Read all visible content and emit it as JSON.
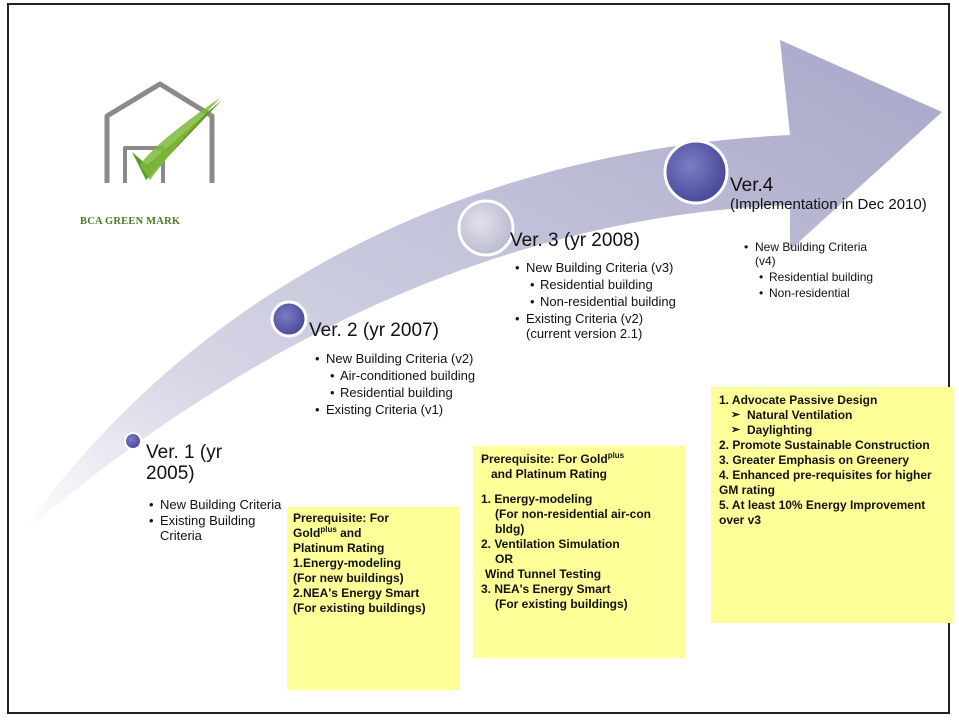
{
  "logo": {
    "text": "BCA GREEN MARK"
  },
  "versions": [
    {
      "title": "Ver. 1 (yr 2005)",
      "title_line1": "Ver. 1 (yr",
      "title_line2": "2005)",
      "items": [
        "New Building Criteria",
        "Existing Building Criteria"
      ]
    },
    {
      "title": "Ver. 2 (yr 2007)",
      "items": [
        "New Building Criteria (v2)",
        "Existing Criteria (v1)"
      ],
      "sub_items": [
        "Air-conditioned building",
        "Residential building"
      ]
    },
    {
      "title": "Ver. 3 (yr 2008)",
      "items": [
        "New Building Criteria (v3)",
        "Existing Criteria (v2) (current version 2.1)"
      ],
      "sub_items": [
        "Residential building",
        "Non-residential building"
      ]
    },
    {
      "title": "Ver.4",
      "subtitle": "(Implementation in Dec 2010)",
      "items": [
        "New Building Criteria (v4)"
      ],
      "sub_items": [
        "Residential building",
        "Non-residential"
      ]
    }
  ],
  "box_v2": {
    "line1": "Prerequisite: For",
    "gold": "Gold",
    "plus": "plus",
    "and": " and",
    "line3": "Platinum Rating",
    "item1": "1.Energy-modeling",
    "item1_sub": "(For new buildings)",
    "item2": "2.NEA's Energy Smart",
    "item2_sub": "(For existing buildings)"
  },
  "box_v3": {
    "line1_a": "Prerequisite: For Gold",
    "plus": "plus",
    "line2": "and Platinum Rating",
    "item1": "1. Energy-modeling",
    "item1_sub": "(For non-residential air-con bldg)",
    "item2": "2. Ventilation Simulation",
    "item2_or": "OR",
    "item2_alt": "Wind Tunnel Testing",
    "item3": "3. NEA's Energy Smart",
    "item3_sub": "(For existing buildings)"
  },
  "box_v4": {
    "item1": "1. Advocate Passive Design",
    "item1_sub1": "Natural Ventilation",
    "item1_sub2": "Daylighting",
    "item2": "2. Promote Sustainable Construction",
    "item3": "3. Greater Emphasis on Greenery",
    "item4": "4. Enhanced pre-requisites for higher GM rating",
    "item5": "5. At least 10% Energy Improvement over v3"
  },
  "colors": {
    "arrow": "#b4b4d0",
    "circle_dark": "#5a5aa8",
    "circle_light": "#c8c8dc",
    "note_box": "#ffff99",
    "logo_green": "#4a7a2a",
    "logo_gray": "#888888"
  }
}
